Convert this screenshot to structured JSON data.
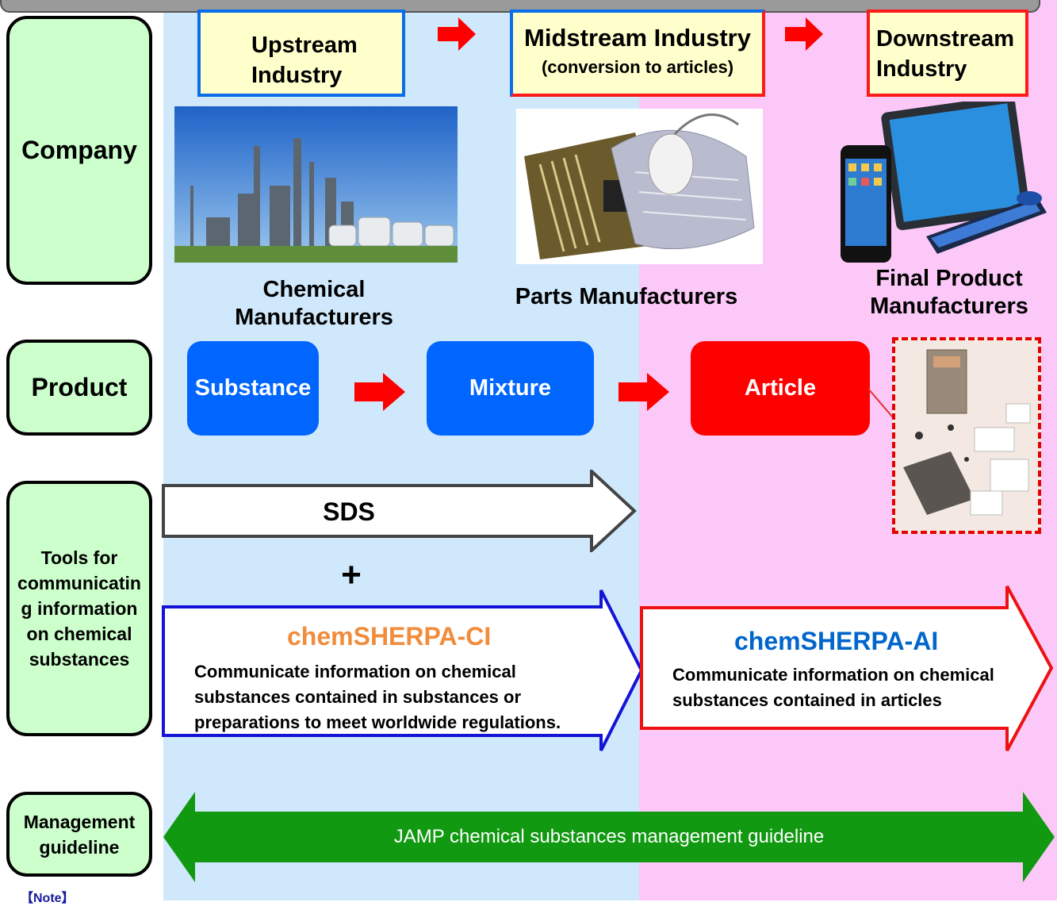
{
  "row_labels": {
    "company": "Company",
    "product": "Product",
    "tools": "Tools for communicatin g information on chemical substances",
    "guideline": "Management guideline"
  },
  "stages": {
    "upstream": [
      "Upstream",
      "Industry"
    ],
    "midstream": {
      "title": "Midstream Industry",
      "sub": "(conversion to articles)"
    },
    "downstream": [
      "Downstream",
      "Industry"
    ]
  },
  "companies": {
    "chemical": [
      "Chemical",
      "Manufacturers"
    ],
    "parts": "Parts Manufacturers",
    "final": [
      "Final Product",
      "Manufacturers"
    ]
  },
  "products": {
    "substance": "Substance",
    "mixture": "Mixture",
    "article": "Article"
  },
  "tools": {
    "sds": "SDS",
    "plus": "+",
    "ci_title": "chemSHERPA-CI",
    "ci_desc": [
      "Communicate information on chemical",
      "substances contained in substances or",
      "preparations to meet worldwide regulations."
    ],
    "ai_title": "chemSHERPA-AI",
    "ai_desc": [
      "Communicate information on chemical",
      "substances contained in articles"
    ]
  },
  "guideline": "JAMP chemical substances management guideline",
  "note": "【Note】",
  "colors": {
    "upstream_zone": "#cfe8fb",
    "downstream_zone": "#fbc8f7",
    "blue": "#0066ff",
    "red": "#ff0000",
    "green": "#119911",
    "ci_orange": "#f08c3c",
    "ai_blue": "#0066cc"
  }
}
